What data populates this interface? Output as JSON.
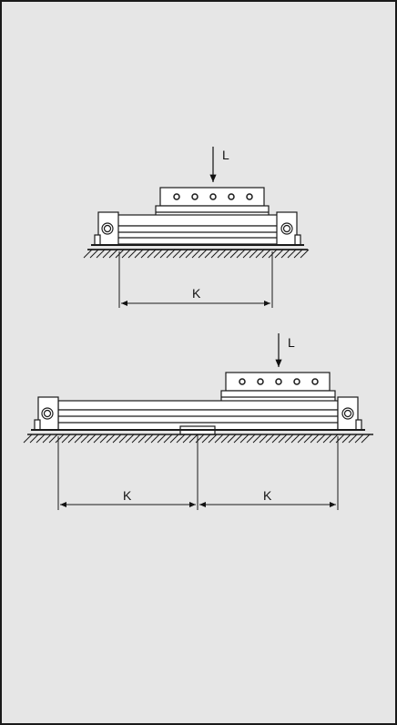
{
  "diagram": {
    "top": {
      "load_label": "L",
      "span_label": "K"
    },
    "bottom": {
      "load_label": "L",
      "span_left_label": "K",
      "span_right_label": "K"
    }
  },
  "colors": {
    "background": "#e6e6e6",
    "line": "#1a1a1a",
    "part_fill": "#ffffff"
  }
}
